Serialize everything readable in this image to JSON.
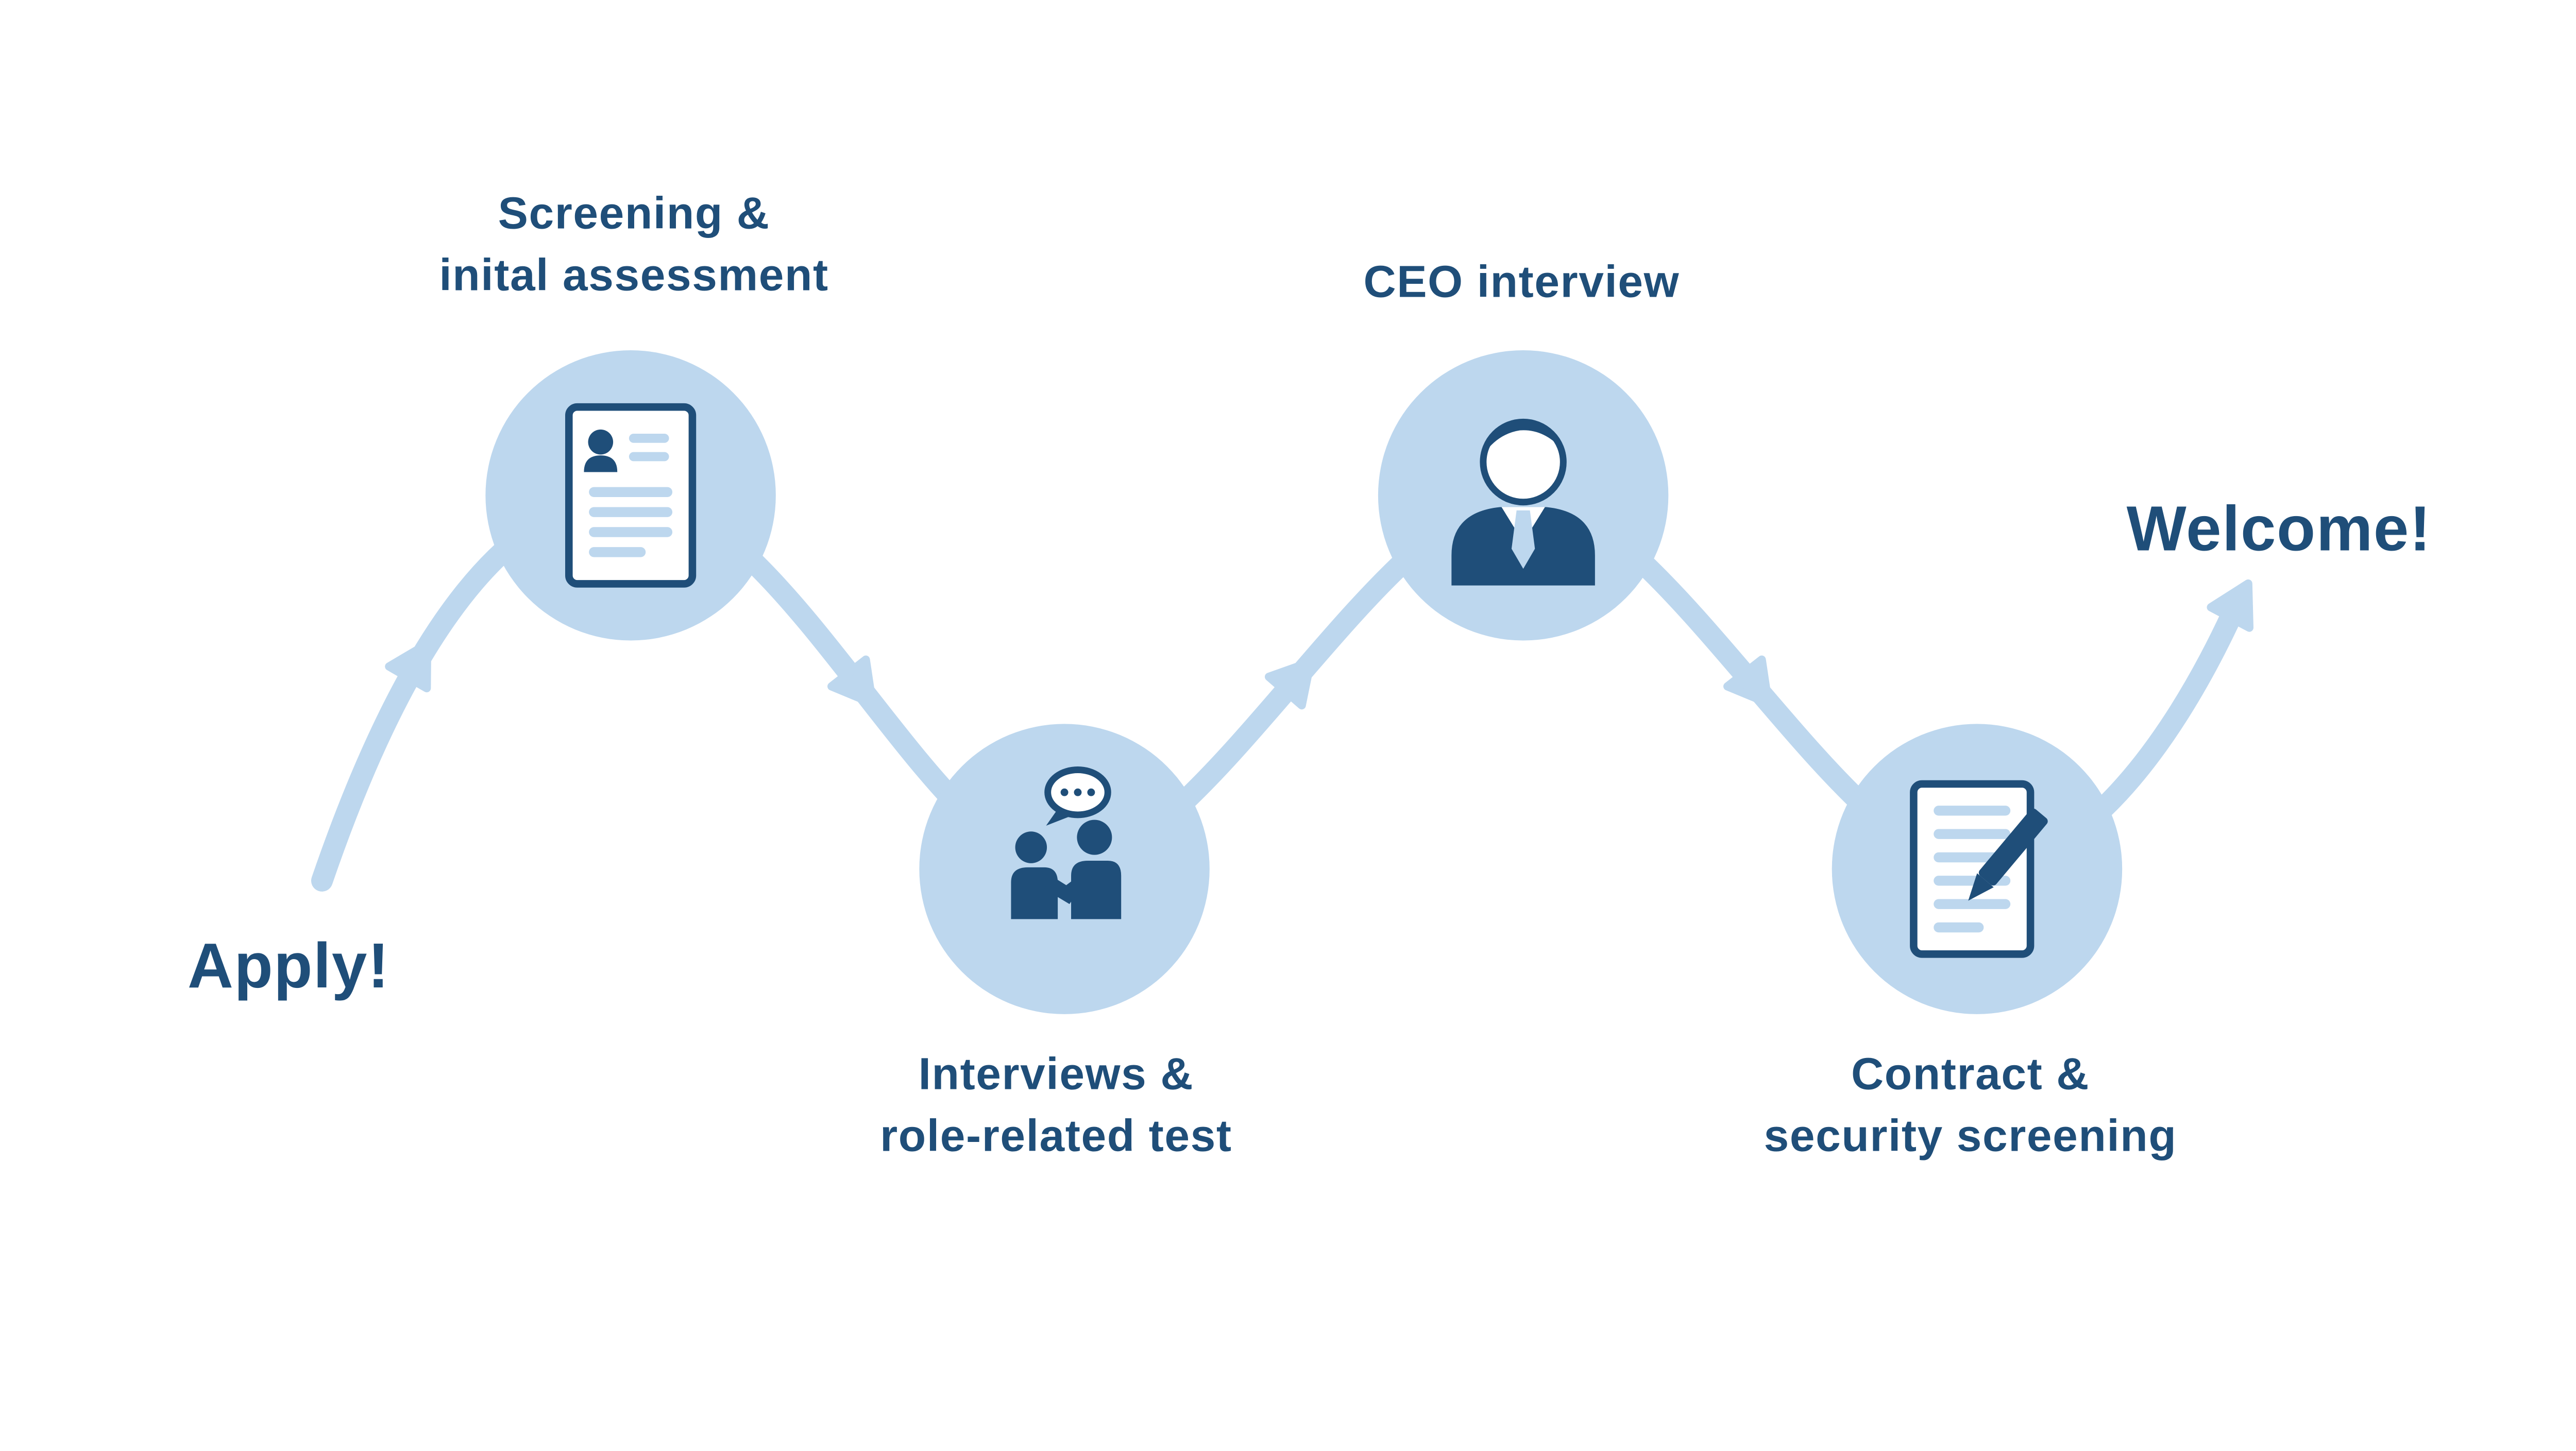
{
  "diagram": {
    "start_label": "Apply!",
    "end_label": "Welcome!",
    "steps": [
      {
        "label_line1": "Screening &",
        "label_line2": "inital assessment",
        "icon": "cv-document-icon",
        "position": "top"
      },
      {
        "label_line1": "Interviews &",
        "label_line2": "role-related test",
        "icon": "conversation-icon",
        "position": "bottom"
      },
      {
        "label_line1": "CEO interview",
        "label_line2": "",
        "icon": "ceo-person-icon",
        "position": "top"
      },
      {
        "label_line1": "Contract &",
        "label_line2": "security screening",
        "icon": "contract-pen-icon",
        "position": "bottom"
      }
    ],
    "colors": {
      "accent_dark": "#1F4E79",
      "accent_light": "#BDD7EE",
      "background": "#FFFFFF"
    }
  }
}
